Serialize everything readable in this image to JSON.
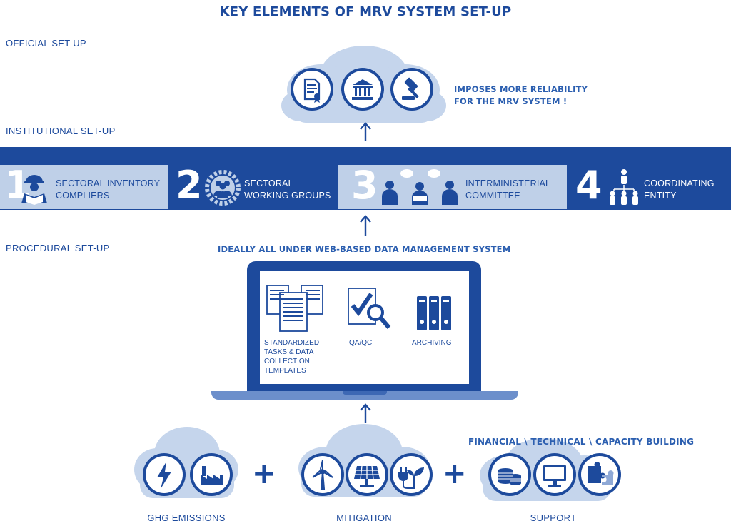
{
  "title": "KEY ELEMENTS OF MRV SYSTEM SET-UP",
  "sections": {
    "official": "OFFICIAL  SET UP",
    "institutional": "INSTITUTIONAL SET-UP",
    "procedural": "PROCEDURAL SET-UP"
  },
  "official": {
    "icons": [
      "certificate-document-icon",
      "government-building-icon",
      "gavel-icon"
    ],
    "callout_line1": "IMPOSES MORE RELIABILITY",
    "callout_line2": "FOR THE MRV SYSTEM !"
  },
  "institutional": {
    "segments": [
      {
        "number": "1",
        "line1": "SECTORAL INVENTORY",
        "line2": "COMPLIERS",
        "icon": "worker-reading-icon"
      },
      {
        "number": "2",
        "line1": "SECTORAL",
        "line2": "WORKING GROUPS",
        "icon": "group-gear-icon"
      },
      {
        "number": "3",
        "line1": "INTERMINISTERIAL",
        "line2": "COMMITTEE",
        "icon": "committee-discussion-icon"
      },
      {
        "number": "4",
        "line1": "COORDINATING",
        "line2": "ENTITY",
        "icon": "org-hierarchy-icon"
      }
    ]
  },
  "procedural": {
    "heading": "IDEALLY ALL UNDER WEB-BASED DATA MANAGEMENT SYSTEM",
    "items": [
      {
        "lines": [
          "STANDARDIZED",
          "TASKS & DATA",
          "COLLECTION",
          "TEMPLATES"
        ],
        "icon": "documents-icon"
      },
      {
        "lines": [
          "QA/QC"
        ],
        "icon": "checkmark-magnifier-icon"
      },
      {
        "lines": [
          "ARCHIVING"
        ],
        "icon": "binders-icon"
      }
    ]
  },
  "inputs": {
    "support_heading": "FINANCIAL \\ TECHNICAL \\ CAPACITY BUILDING",
    "plus": "+",
    "groups": [
      {
        "label": "GHG EMISSIONS",
        "icons": [
          "lightning-icon",
          "factory-icon"
        ]
      },
      {
        "label": "MITIGATION",
        "icons": [
          "wind-turbine-icon",
          "solar-panel-icon",
          "plug-plant-icon"
        ]
      },
      {
        "label": "SUPPORT",
        "icons": [
          "coins-icon",
          "monitor-icon",
          "puzzle-icon"
        ]
      }
    ]
  },
  "colors": {
    "dark_blue": "#1d4a9c",
    "light_blue": "#bfd0e8",
    "cloud": "#c5d5ec",
    "accent": "#2c5fb0"
  }
}
